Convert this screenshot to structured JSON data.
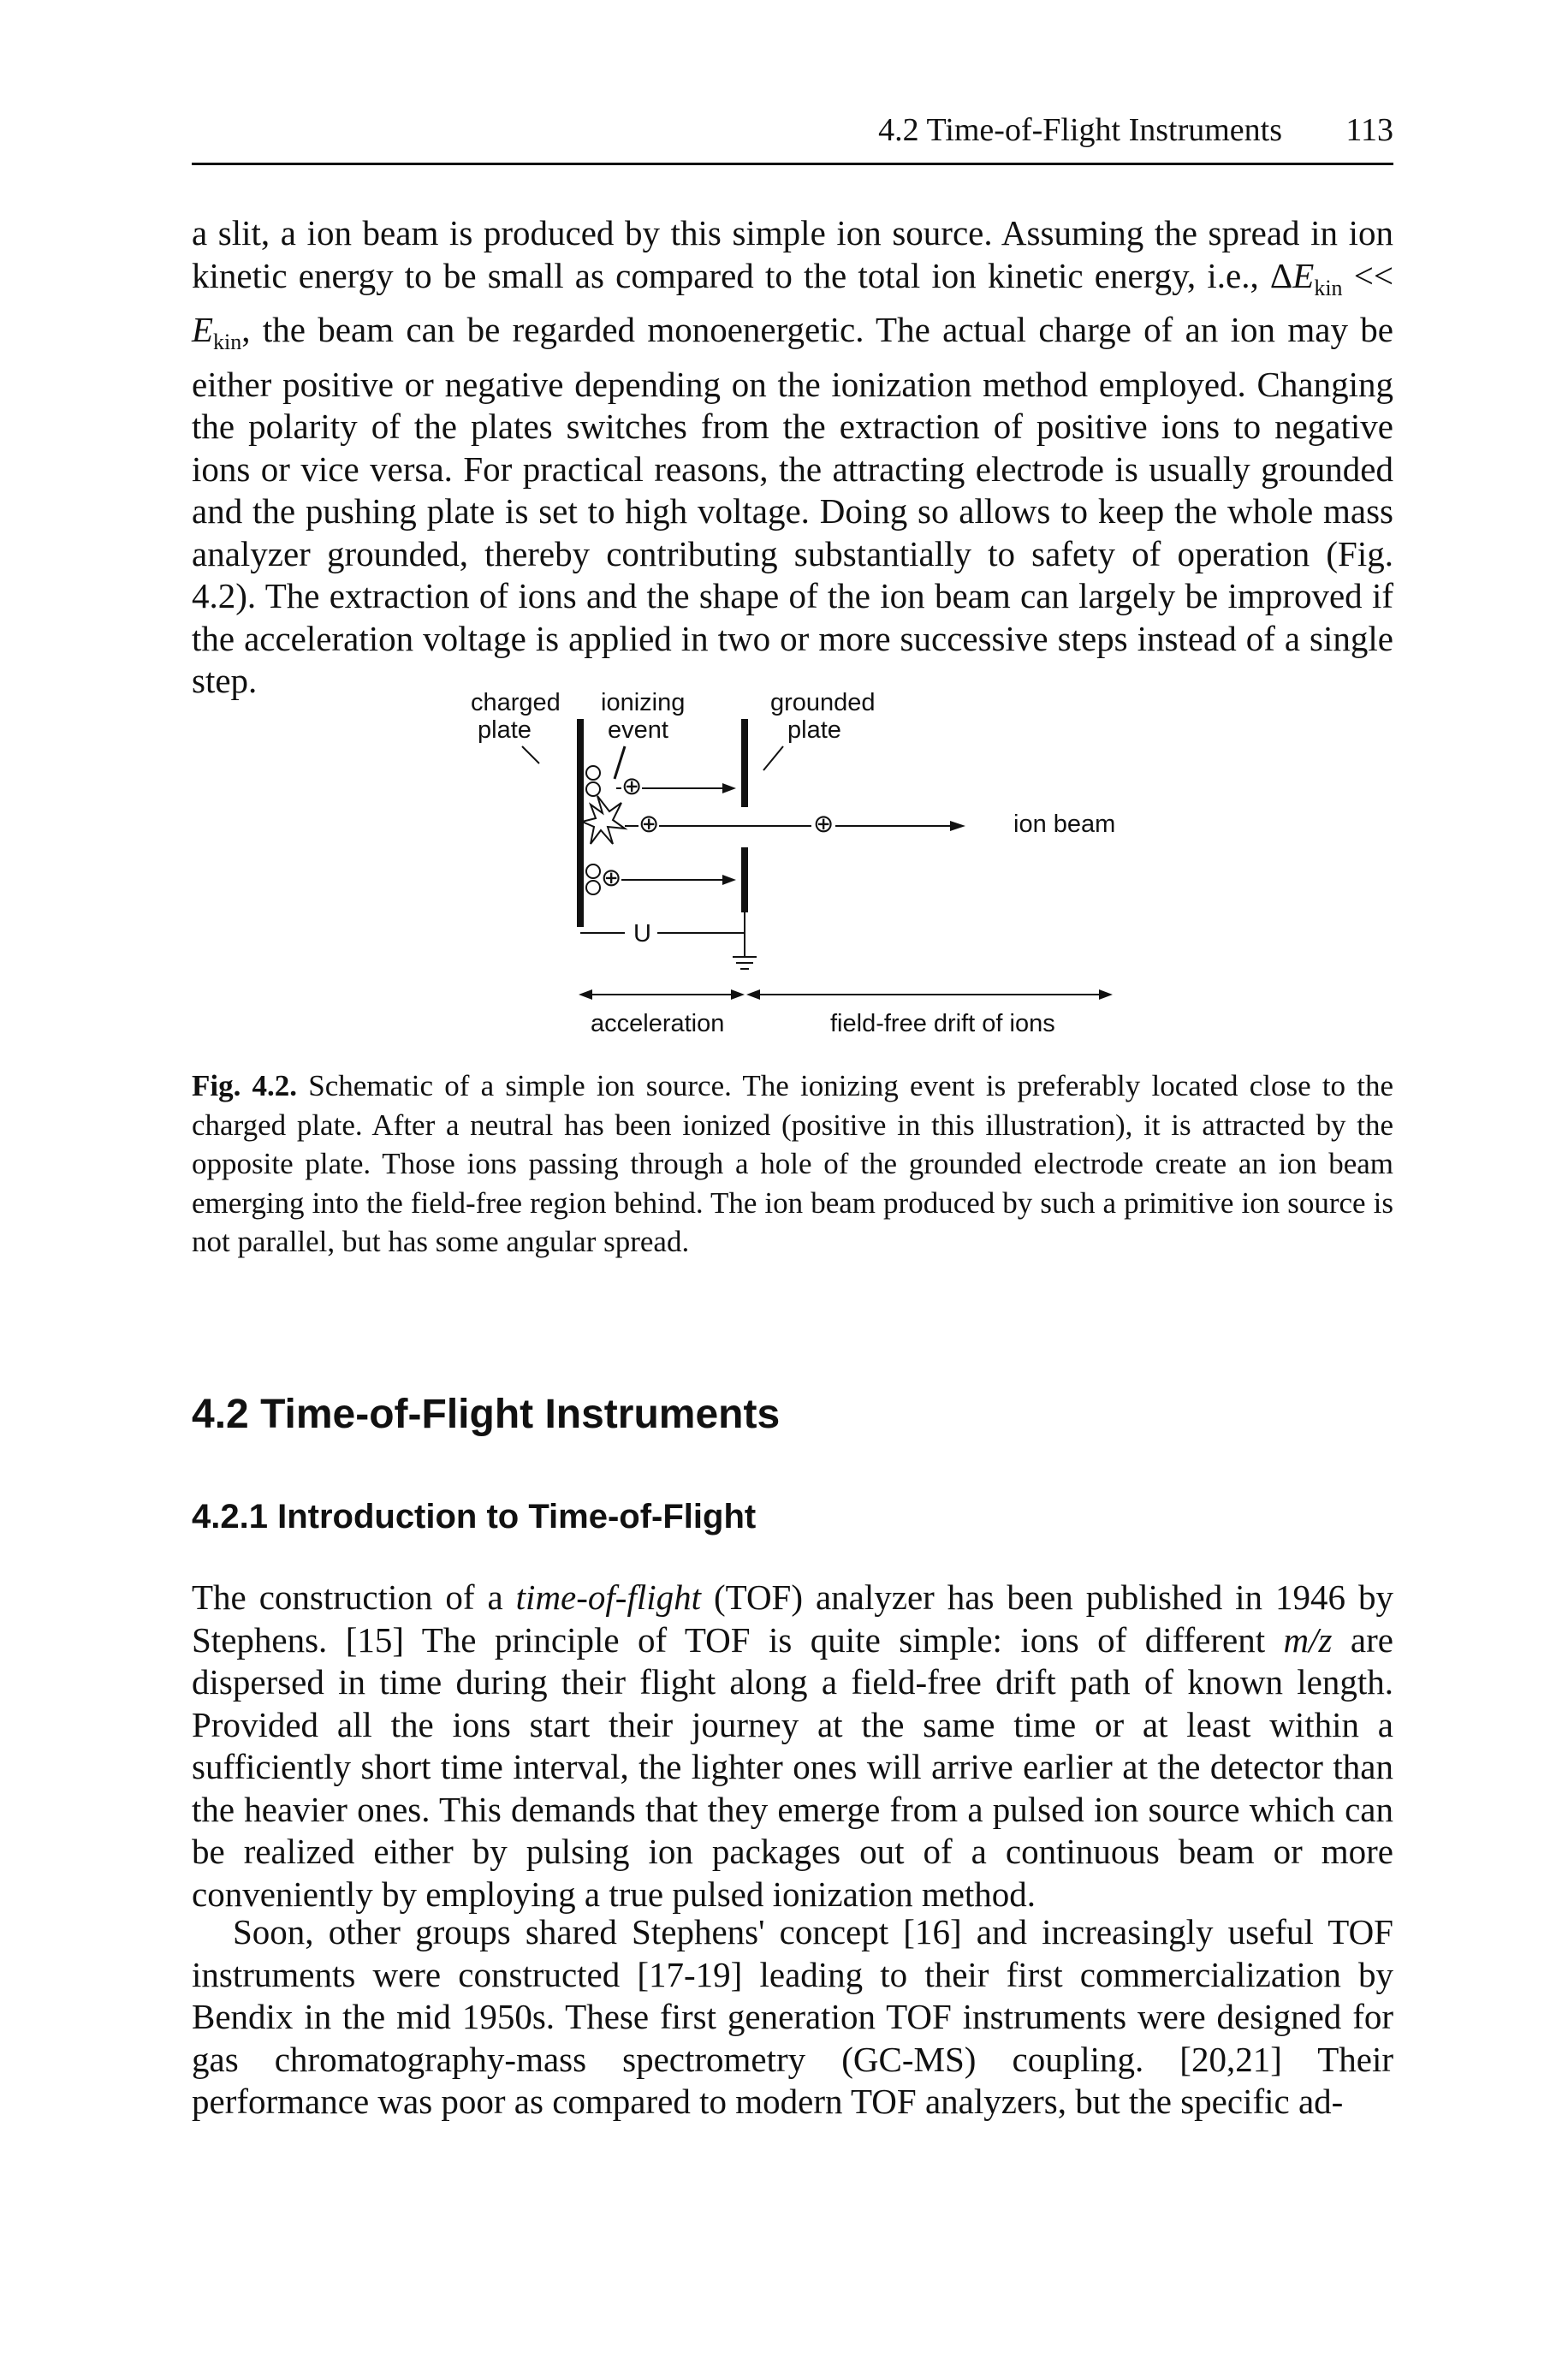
{
  "header": {
    "title": "4.2 Time-of-Flight Instruments",
    "page_number": "113"
  },
  "paragraph_top": {
    "part1": "a slit, a ion beam is produced by this simple ion source. Assuming the spread in ion kinetic energy to be small as compared to the total ion kinetic energy, i.e., ",
    "delta": "Δ",
    "e_symbol": "E",
    "kin_sub": "kin",
    "lt_lt": " << ",
    "part2": ", the beam can be regarded monoenergetic. The actual charge of an ion may be either positive or negative depending on the ionization method employed. Changing the polarity of the plates switches from the extraction of positive ions to negative ions or vice versa. For practical reasons, the attracting electrode is usually grounded and the pushing plate is set to high voltage. Doing so allows to keep the whole mass analyzer grounded, thereby contributing substantially to safety of operation (Fig. 4.2). The extraction of ions and the shape of the ion beam can largely be improved if the acceleration voltage is applied in two or more successive steps instead of a single step."
  },
  "figure": {
    "charged_label_1": "charged",
    "charged_label_2": "plate",
    "ionizing_label_1": "ionizing",
    "ionizing_label_2": "event",
    "grounded_label_1": "grounded",
    "grounded_label_2": "plate",
    "ion_beam_label": "ion beam",
    "voltage_label": "U",
    "acceleration_label": "acceleration",
    "drift_label": "field-free drift of ions",
    "ion_symbol": "⊕"
  },
  "caption": {
    "label": "Fig. 4.2.",
    "text": " Schematic of a simple ion source. The ionizing event is preferably located close to the charged plate. After a neutral has been ionized (positive in this illustration), it is attracted by the opposite plate. Those ions passing through a hole of the grounded electrode create an ion beam emerging into the field-free region behind. The ion beam produced by such a primitive ion source is not parallel, but has some angular spread."
  },
  "section_heading": "4.2 Time-of-Flight Instruments",
  "subsection_heading": "4.2.1 Introduction to Time-of-Flight",
  "paragraph_1": {
    "part1": "The construction of a ",
    "tof_term": "time-of-flight",
    "part2": " (TOF) analyzer has been published in 1946 by Stephens. [15] The principle of TOF is quite simple: ions of different ",
    "mz_term": "m/z",
    "part3": " are dispersed in time during their flight along a field-free drift path of known length. Provided all the ions start their journey at the same time or at least within a sufficiently short time interval, the lighter ones will arrive earlier at the detector than the heavier ones. This demands that they emerge from a pulsed ion source which can be realized either by pulsing ion packages out of a continuous beam or more conveniently by employing a true pulsed ionization method."
  },
  "paragraph_2": "Soon, other groups shared Stephens' concept [16] and increasingly useful TOF instruments were constructed [17-19] leading to their first commercialization by Bendix in the mid 1950s. These first generation TOF instruments were designed for gas chromatography-mass spectrometry (GC-MS) coupling. [20,21] Their performance was poor as compared to modern TOF analyzers, but the specific ad-"
}
